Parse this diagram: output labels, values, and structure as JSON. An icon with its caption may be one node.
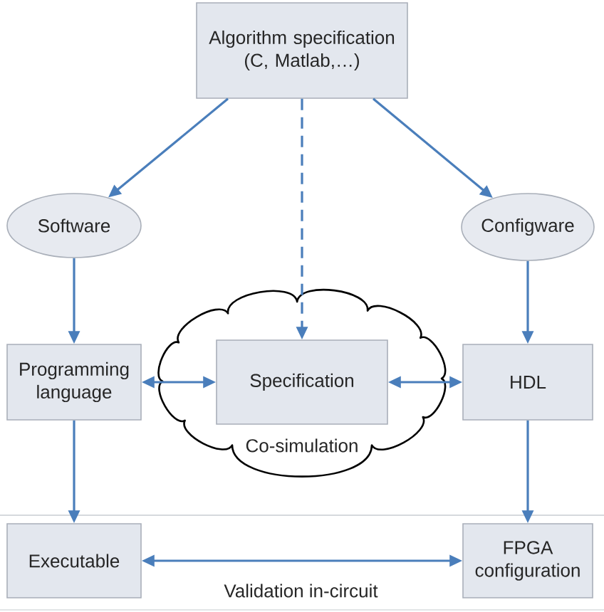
{
  "diagram": {
    "nodes": [
      {
        "text": [
          "Algorithm specification (C, Matlab,…)"
        ]
      },
      {
        "text": [
          "Software"
        ]
      },
      {
        "text": [
          "Configware"
        ]
      },
      {
        "text": [
          "Programming language"
        ]
      },
      {
        "text": [
          "Co-simulation"
        ]
      },
      {
        "text": [
          "Specification"
        ],
        "in": 4
      },
      {
        "text": [
          "HDL"
        ]
      },
      {
        "text": [
          "Executable"
        ]
      },
      {
        "text": [
          "FPGA configuration"
        ]
      }
    ],
    "edges": [
      {
        "from": 0,
        "to": 1,
        "arrow": "to"
      },
      {
        "from": 0,
        "to": 2,
        "arrow": "to"
      },
      {
        "from": 0,
        "to": 5,
        "arrow": "to",
        "style": "dashed"
      },
      {
        "from": 1,
        "to": 3,
        "arrow": "to"
      },
      {
        "from": 2,
        "to": 6,
        "arrow": "to"
      },
      {
        "from": 3,
        "to": 5,
        "arrow": "both"
      },
      {
        "from": 5,
        "to": 6,
        "arrow": "both"
      },
      {
        "from": 3,
        "to": 7,
        "arrow": "to"
      },
      {
        "from": 6,
        "to": 8,
        "arrow": "to"
      },
      {
        "from": 7,
        "to": 8,
        "arrow": "both",
        "label": "Validation in-circuit"
      }
    ]
  }
}
